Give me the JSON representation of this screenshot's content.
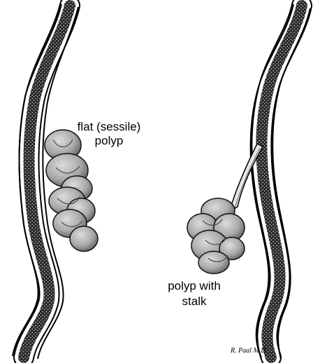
{
  "labels": {
    "sessile_line1": "flat (sessile)",
    "sessile_line2": "polyp",
    "stalk_line1": "polyp with",
    "stalk_line2": "stalk"
  },
  "signature": "R. Paal M.D.",
  "colors": {
    "wall_outline": "#000000",
    "mucosa_stipple": "#1a1a1a",
    "polyp_fill": "#bdbdbd",
    "polyp_shadow": "#6e6e6e",
    "background": "#ffffff"
  }
}
